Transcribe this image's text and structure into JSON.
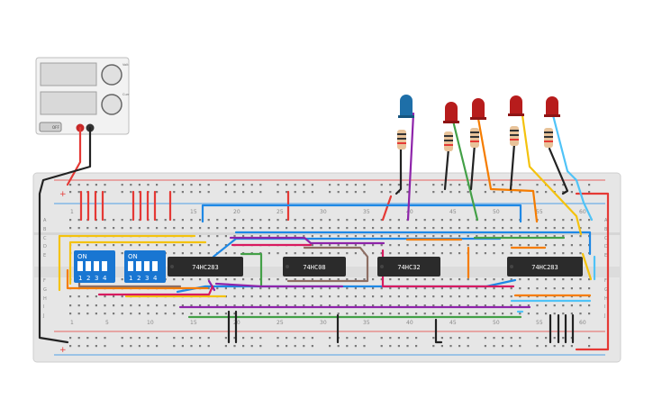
{
  "colors": {
    "board": "#e6e6e6",
    "board_edge": "#cfcfcf",
    "hole": "#7a7a7a",
    "rail_red": "#e53935",
    "rail_blue": "#1e88e5",
    "chip": "#2b2b2b",
    "dip": "#1976d2",
    "psu_body": "#f2f2f2",
    "wire_red": "#e53935",
    "wire_black": "#222222",
    "wire_blue": "#1e88e5",
    "wire_yellow": "#f4c20d",
    "wire_orange": "#f57c00",
    "wire_green": "#43a047",
    "wire_purple": "#8e24aa",
    "wire_pink": "#d81b60",
    "wire_brown": "#8d6e63",
    "wire_cyan": "#4fc3f7",
    "led_red": "#b71c1c",
    "led_blue": "#1e6fa8"
  },
  "power_supply": {
    "button_label": "OFF",
    "knob_labels": [
      "Volt",
      "Curr"
    ]
  },
  "dip_switches": [
    {
      "on_label": "ON",
      "numbers": [
        "1",
        "2",
        "3",
        "4"
      ]
    },
    {
      "on_label": "ON",
      "numbers": [
        "1",
        "2",
        "3",
        "4"
      ]
    }
  ],
  "chips": [
    {
      "label": "74HC283"
    },
    {
      "label": "74HC08"
    },
    {
      "label": "74HC32"
    },
    {
      "label": "74HC283"
    }
  ],
  "breadboard": {
    "top_col_numbers": [
      "1",
      "15",
      "20",
      "25",
      "30",
      "35",
      "40",
      "45",
      "50",
      "55",
      "60"
    ],
    "bottom_col_numbers": [
      "1",
      "5",
      "10",
      "15",
      "20",
      "25",
      "30",
      "35",
      "40",
      "45",
      "50",
      "55",
      "60"
    ],
    "row_letters_top": [
      "A",
      "B",
      "C",
      "D",
      "E"
    ],
    "row_letters_bottom": [
      "F",
      "G",
      "H",
      "I",
      "J"
    ],
    "rail_plus": "+",
    "rail_minus": "-"
  },
  "leds": [
    {
      "color": "blue"
    },
    {
      "color": "red"
    },
    {
      "color": "red"
    },
    {
      "color": "red"
    },
    {
      "color": "red"
    }
  ]
}
